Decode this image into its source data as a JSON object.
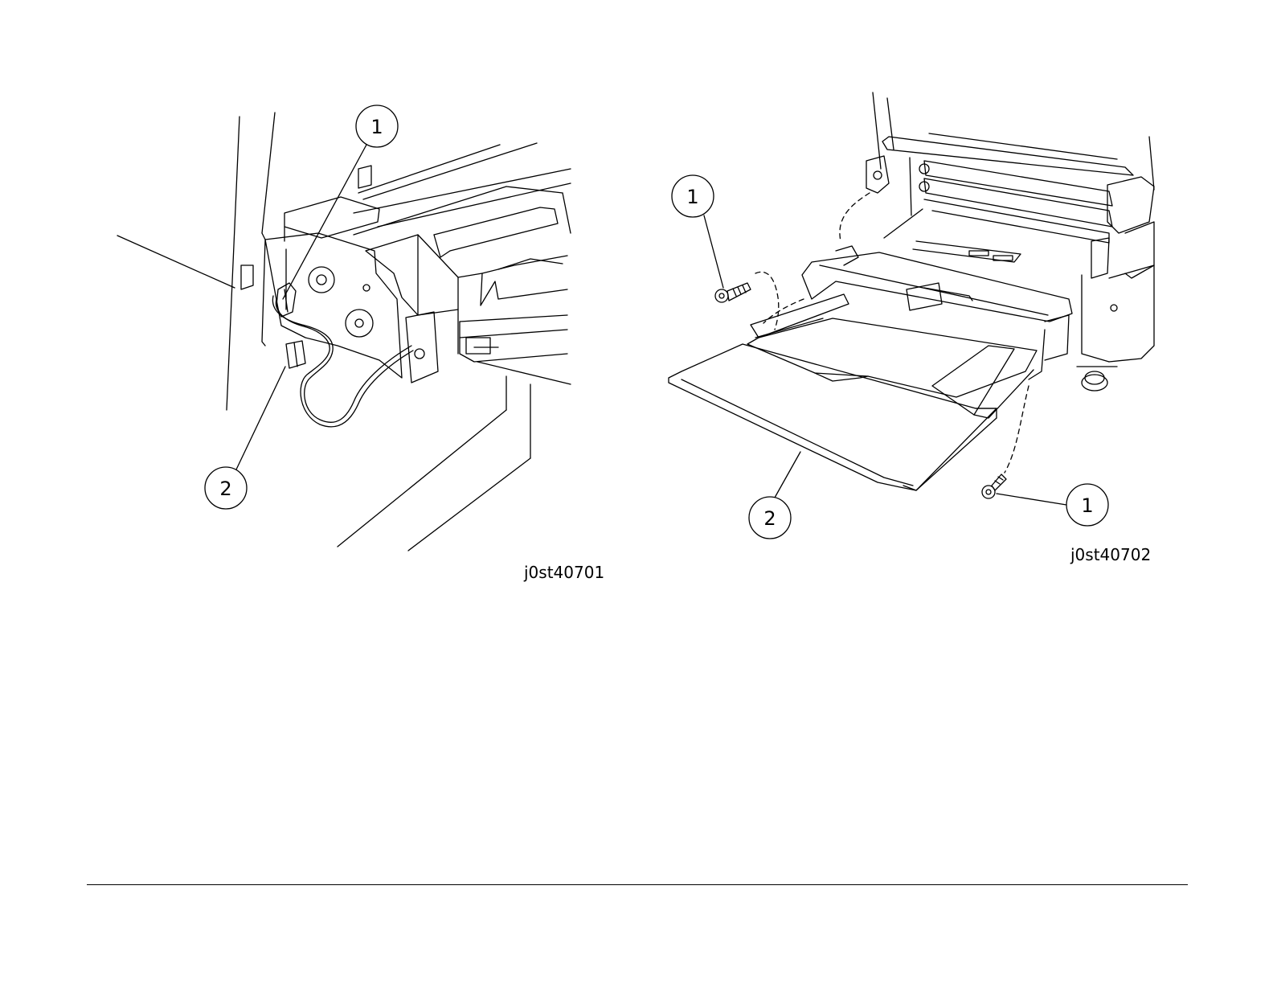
{
  "figures": [
    {
      "id": "j0st40701",
      "caption": "j0st40701",
      "callouts": [
        "1",
        "2"
      ]
    },
    {
      "id": "j0st40702",
      "caption": "j0st40702",
      "callouts": [
        "1",
        "1",
        "2"
      ]
    }
  ]
}
